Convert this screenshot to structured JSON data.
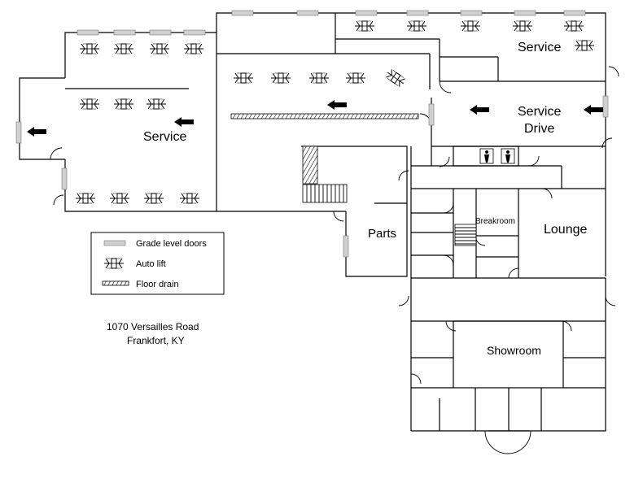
{
  "rooms": {
    "service_left": "Service",
    "service_top_right": "Service",
    "service_drive_line1": "Service",
    "service_drive_line2": "Drive",
    "parts": "Parts",
    "breakroom": "Breakroom",
    "lounge": "Lounge",
    "showroom": "Showroom"
  },
  "legend": {
    "grade_doors": "Grade level doors",
    "auto_lift": "Auto lift",
    "floor_drain": "Floor drain"
  },
  "address": {
    "line1": "1070 Versailles Road",
    "line2": "Frankfort, KY"
  },
  "icons": {
    "lift": "auto-lift-icon",
    "arrow": "arrow-left-icon",
    "restroom": "restroom-icon",
    "grade_door": "grade-level-door-icon",
    "drain": "floor-drain-icon"
  }
}
